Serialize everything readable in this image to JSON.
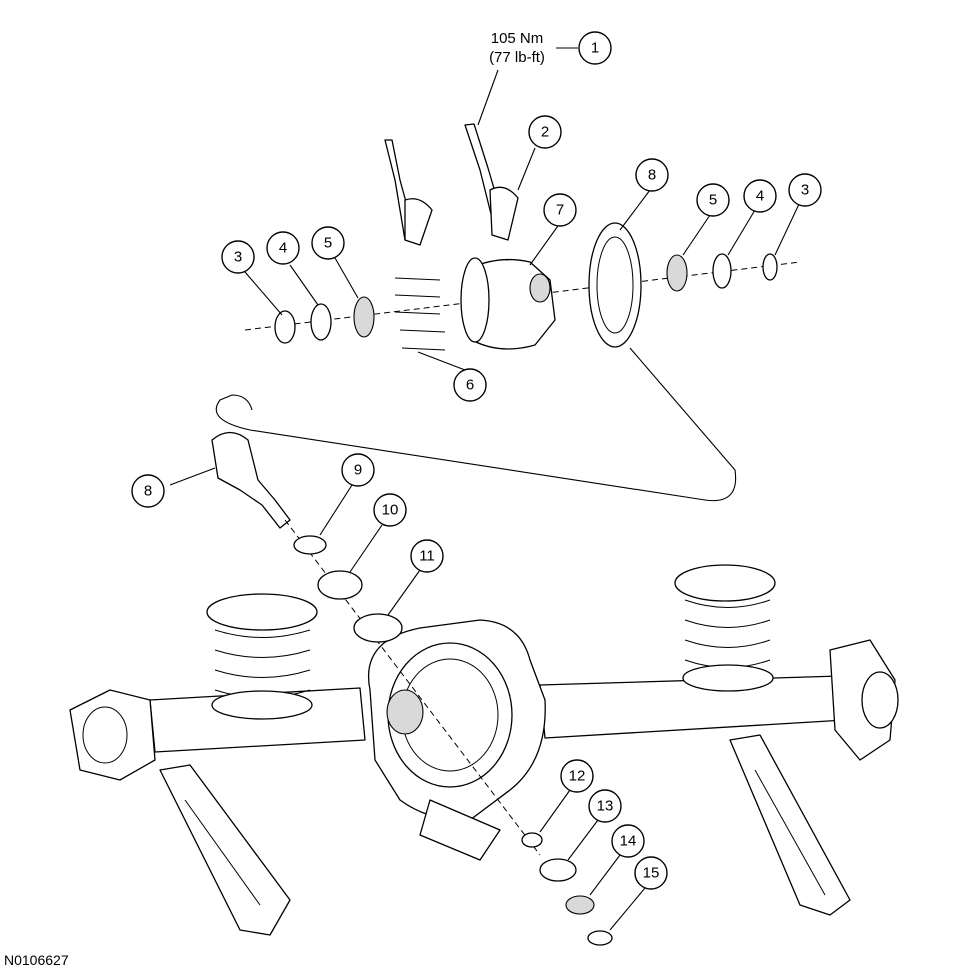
{
  "torque_spec": {
    "line1": "105 Nm",
    "line2": "(77 lb-ft)"
  },
  "figure_id": "N0106627",
  "callouts": [
    "1",
    "2",
    "3",
    "4",
    "5",
    "6",
    "7",
    "8",
    "9",
    "10",
    "11",
    "12",
    "13",
    "14",
    "15"
  ]
}
